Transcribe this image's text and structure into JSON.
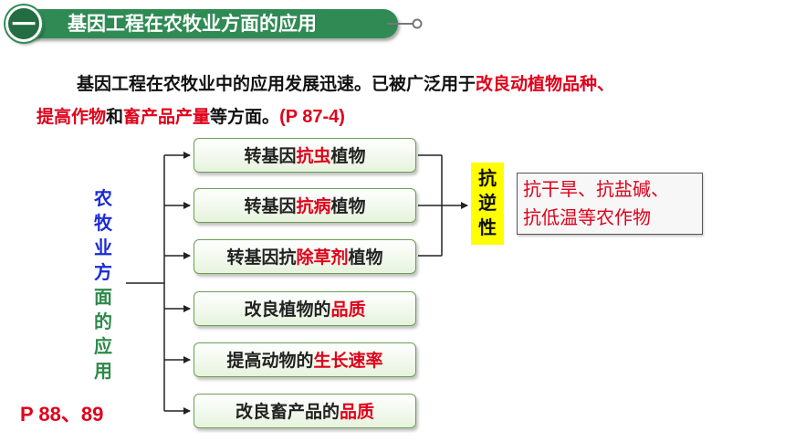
{
  "header": {
    "number": "一",
    "title": "基因工程在农牧业方面的应用"
  },
  "intro": {
    "text1": "基因工程在农牧业中的应用发展迅速。已被广泛用于",
    "red1": "改良动植物品种、",
    "red2": "提高作物",
    "text2": "和",
    "red3": "畜产品产量",
    "text3": "等方面。",
    "page_ref": "(P 87-4)"
  },
  "category_label": [
    "农",
    "牧",
    "业",
    "方",
    "面",
    "的",
    "应",
    "用"
  ],
  "category_page_ref": "P 88、89",
  "branches": [
    {
      "pre": "转基因",
      "hl": "抗虫",
      "post": "植物"
    },
    {
      "pre": "转基因",
      "hl": "抗病",
      "post": "植物"
    },
    {
      "pre": "转基因抗",
      "hl": "除草剂",
      "post": "植物"
    },
    {
      "pre": "改良植物的",
      "hl": "品质",
      "post": ""
    },
    {
      "pre": "提高动物的",
      "hl": "生长速率",
      "post": ""
    },
    {
      "pre": "改良畜产品的",
      "hl": "品质",
      "post": ""
    }
  ],
  "resistance_label": [
    "抗",
    "逆",
    "性"
  ],
  "stress_crops": [
    "抗干旱、抗盐碱、",
    "抗低温等农作物"
  ],
  "colors": {
    "banner_green": "#2f8a54",
    "highlight_red": "#e0001b",
    "label_blue": "#1a2ad6",
    "label_green": "#2d8a4a",
    "resistance_yellow": "#ffff00",
    "box_border": "#6a9f52"
  }
}
